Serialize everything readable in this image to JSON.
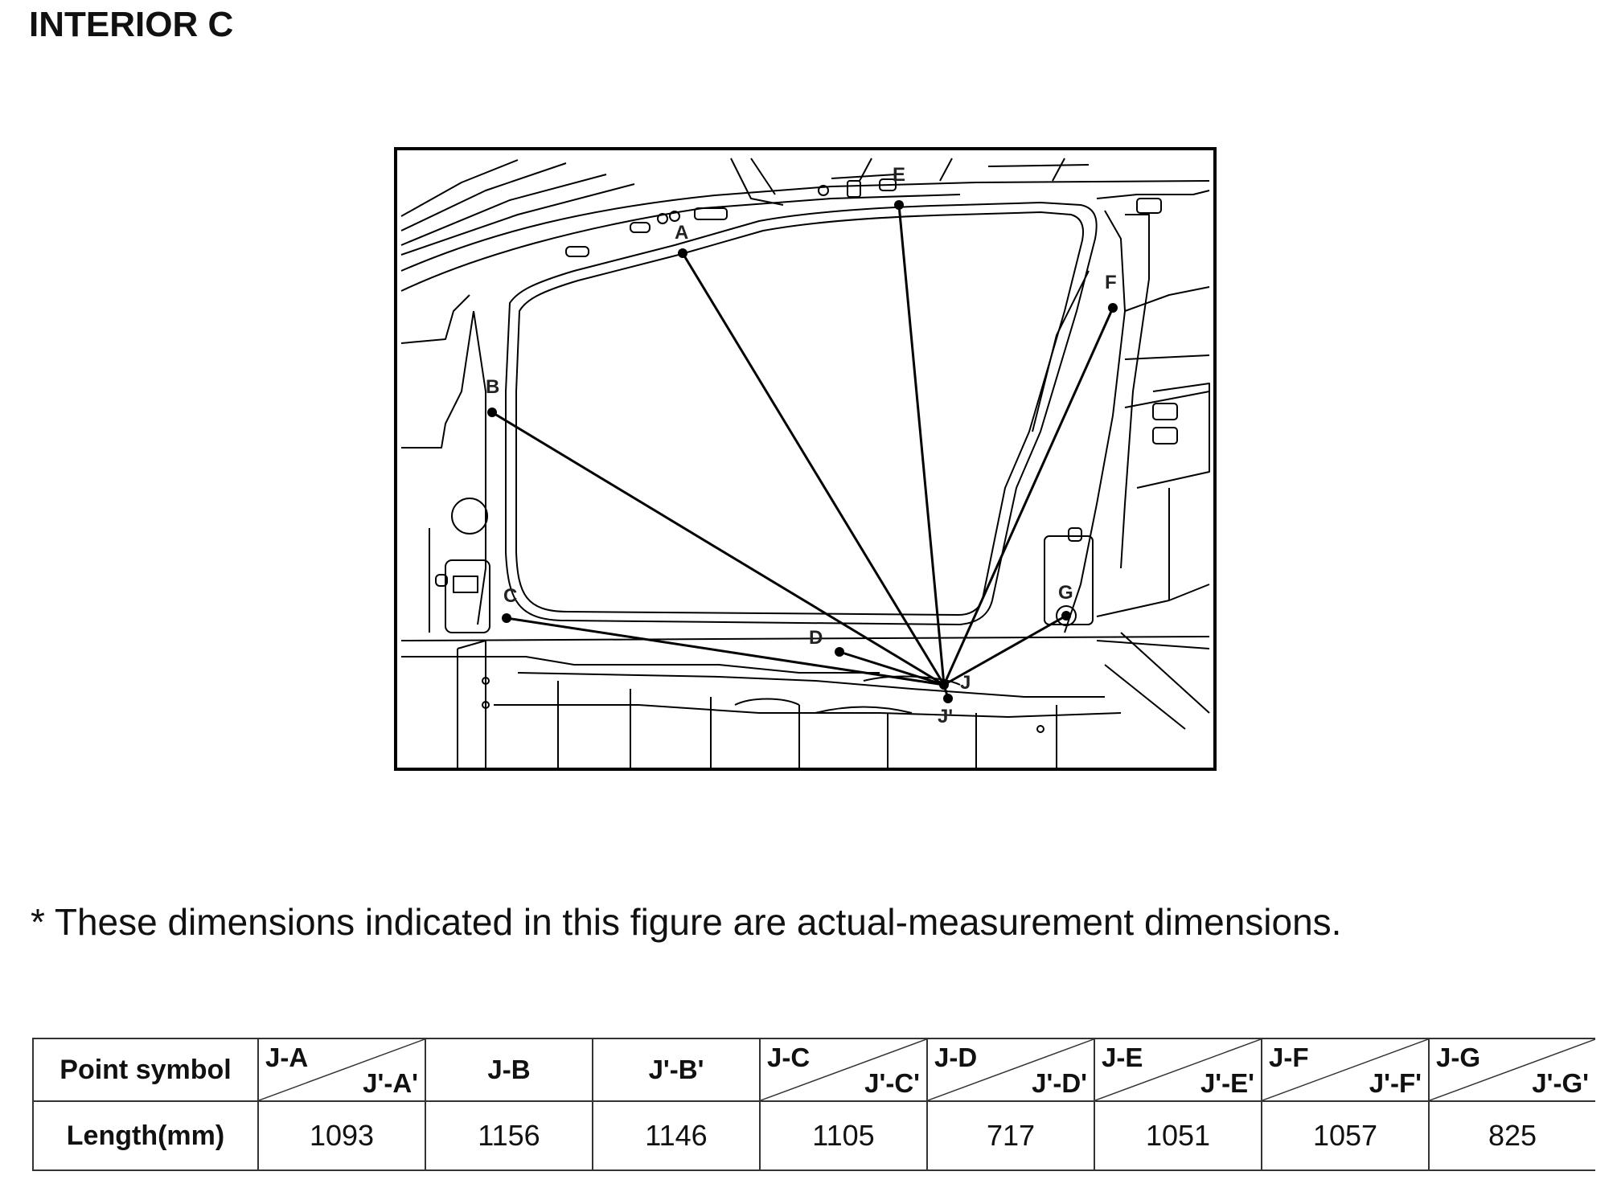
{
  "page": {
    "title": "INTERIOR C"
  },
  "figure": {
    "points": [
      {
        "id": "A",
        "label": "A"
      },
      {
        "id": "B",
        "label": "B"
      },
      {
        "id": "C",
        "label": "C"
      },
      {
        "id": "D",
        "label": "D"
      },
      {
        "id": "E",
        "label": "E"
      },
      {
        "id": "F",
        "label": "F"
      },
      {
        "id": "G",
        "label": "G"
      },
      {
        "id": "J",
        "label": "J"
      },
      {
        "id": "Jp",
        "label": "J'"
      }
    ]
  },
  "note": "* These dimensions indicated in this figure are actual-measurement dimensions.",
  "table": {
    "header_label": "Point symbol",
    "row_label": "Length(mm)",
    "columns": [
      {
        "top": "J-A",
        "bottom": "J'-A'",
        "value": "1093",
        "split": true
      },
      {
        "single": "J-B",
        "value": "1156",
        "split": false
      },
      {
        "single": "J'-B'",
        "value": "1146",
        "split": false
      },
      {
        "top": "J-C",
        "bottom": "J'-C'",
        "value": "1105",
        "split": true
      },
      {
        "top": "J-D",
        "bottom": "J'-D'",
        "value": "717",
        "split": true
      },
      {
        "top": "J-E",
        "bottom": "J'-E'",
        "value": "1051",
        "split": true
      },
      {
        "top": "J-F",
        "bottom": "J'-F'",
        "value": "1057",
        "split": true
      },
      {
        "top": "J-G",
        "bottom": "J'-G'",
        "value": "825",
        "split": true
      }
    ]
  }
}
